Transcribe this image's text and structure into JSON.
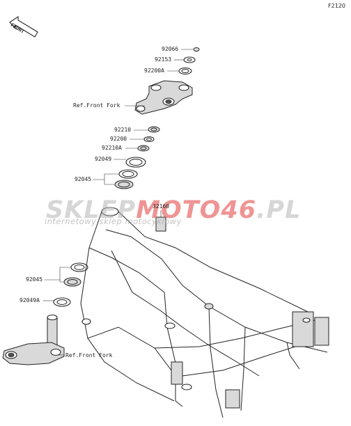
{
  "diagram_code": "F2120",
  "front_arrow_text": "FRONT",
  "watermark": {
    "brand_grey_1": "SKLEP",
    "brand_red": "MOTO46",
    "brand_grey_2": ".PL",
    "tagline": "internetowy sklep motocyklowy"
  },
  "labels": {
    "p92066": "92066",
    "p92153": "92153",
    "p92200A": "92200A",
    "ref_front_fork_top": "Ref.Front Fork",
    "p92210": "92210",
    "p92200": "92200",
    "p92210A": "92210A",
    "p92049": "92049",
    "p92045_top": "92045",
    "p32160": "32160",
    "p92045_bottom": "92045",
    "p92049A": "92049A",
    "ref_front_fork_bottom": "Ref.Front Fork"
  }
}
